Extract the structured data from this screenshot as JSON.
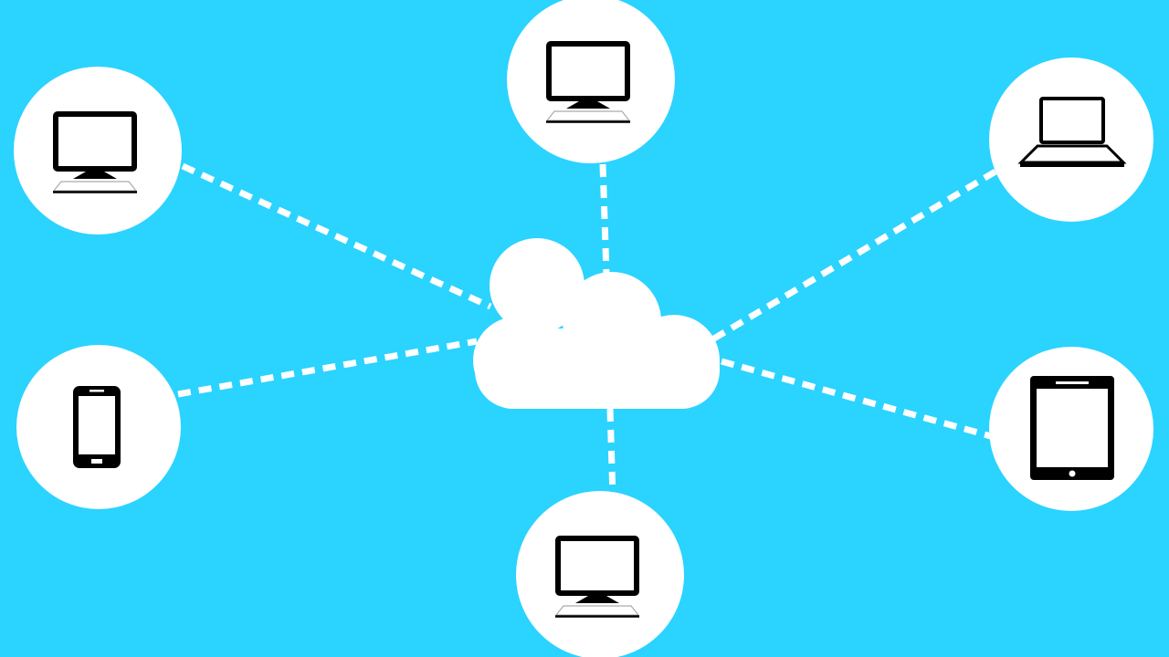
{
  "colors": {
    "background": "#2bd3ff",
    "node_fill": "#ffffff",
    "connector": "#ffffff",
    "icon": "#000000"
  },
  "hub": {
    "icon": "cloud-icon"
  },
  "nodes": [
    {
      "device": "desktop-icon",
      "position": "top-left"
    },
    {
      "device": "desktop-icon",
      "position": "top-center"
    },
    {
      "device": "laptop-icon",
      "position": "top-right"
    },
    {
      "device": "smartphone-icon",
      "position": "middle-left"
    },
    {
      "device": "desktop-icon",
      "position": "bottom-center"
    },
    {
      "device": "tablet-icon",
      "position": "middle-right"
    }
  ],
  "connector_style": "dashed"
}
